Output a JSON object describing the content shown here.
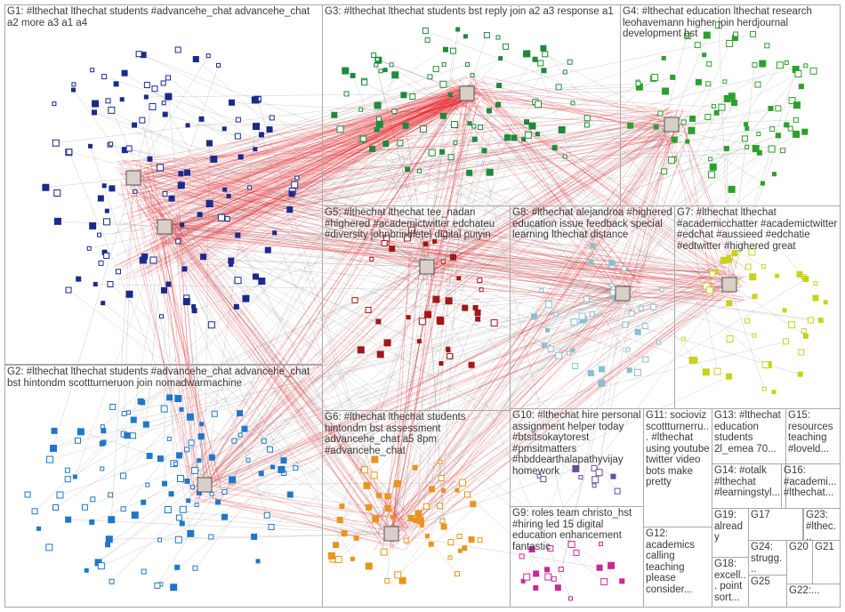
{
  "colors": {
    "edge_red": "#e8262b",
    "edge_gray": "#9b8e8e",
    "box_border": "#a9a9a9",
    "label_text": "#3a3a3a",
    "g1_nodes": "#1a2a8c",
    "g2_nodes": "#1e78c8",
    "g3_nodes": "#1e8a3c",
    "g4_nodes": "#2ca02c",
    "g5_nodes": "#a01818",
    "g6_nodes": "#e8951e",
    "g7_nodes": "#c8d21e",
    "g8_nodes": "#8cbed2",
    "g9_nodes": "#c82896",
    "small_nodes": "#6e4aa0"
  },
  "groups": [
    {
      "id": "G1",
      "label": "G1: #lthechat lthechat students #advancehe_chat advancehe_chat a2 more a3 a1 a4"
    },
    {
      "id": "G2",
      "label": "G2: #lthechat lthechat students #advancehe_chat advancehe_chat bst hintondm scottturneruon join nomadwarmachine"
    },
    {
      "id": "G3",
      "label": "G3: #lthechat lthechat students bst reply join a2 a3 response a1"
    },
    {
      "id": "G4",
      "label": "G4: #lthechat education lthechat research leohavemann higher join herdjournal development bst"
    },
    {
      "id": "G5",
      "label": "G5: #lthechat lthechat tee_nadan #highered #academictwitter edchateu #diversity johnbrindletel digital puiyin"
    },
    {
      "id": "G6",
      "label": "G6: #lthechat lthechat students hintondm bst assessment advancehe_chat a5 8pm #advancehe_chat"
    },
    {
      "id": "G7",
      "label": "G7: #lthechat lthechat #academicchatter #academictwitter #edchat #aussieed #edchatie #edtwitter #highered great"
    },
    {
      "id": "G8",
      "label": "G8: #lthechat alejandroa #highered education issue feedback special learning lthechat distance"
    },
    {
      "id": "G9",
      "label": "G9: roles team christo_hst #hiring led 15 digital education enhancement fantastic"
    },
    {
      "id": "G10",
      "label": "G10: #lthechat hire personal assignment helper today #btsitsokaytorest #pmsitmatters #hbddearthalapathyvijay homework"
    },
    {
      "id": "G11",
      "label": "G11: socioviz scottturnerru... #lthechat using youtube twitter video bots make pretty"
    },
    {
      "id": "G12",
      "label": "G12: academics calling teaching please consider..."
    },
    {
      "id": "G13",
      "label": "G13: #lthechat education students 2l_emea 70..."
    },
    {
      "id": "G14",
      "label": "G14: #otalk #lthechat #learningstyl..."
    },
    {
      "id": "G15",
      "label": "G15: resources teaching #loveld..."
    },
    {
      "id": "G16",
      "label": "G16: #academi... #lthechat..."
    },
    {
      "id": "G17",
      "label": "G17"
    },
    {
      "id": "G18",
      "label": "G18: excell... point sort..."
    },
    {
      "id": "G19",
      "label": "G19: already"
    },
    {
      "id": "G20",
      "label": "G20"
    },
    {
      "id": "G21",
      "label": "G21"
    },
    {
      "id": "G22",
      "label": "G22:..."
    },
    {
      "id": "G23",
      "label": "G23: #lthec..."
    },
    {
      "id": "G24",
      "label": "G24: strugg..."
    },
    {
      "id": "G25",
      "label": "G25"
    }
  ]
}
